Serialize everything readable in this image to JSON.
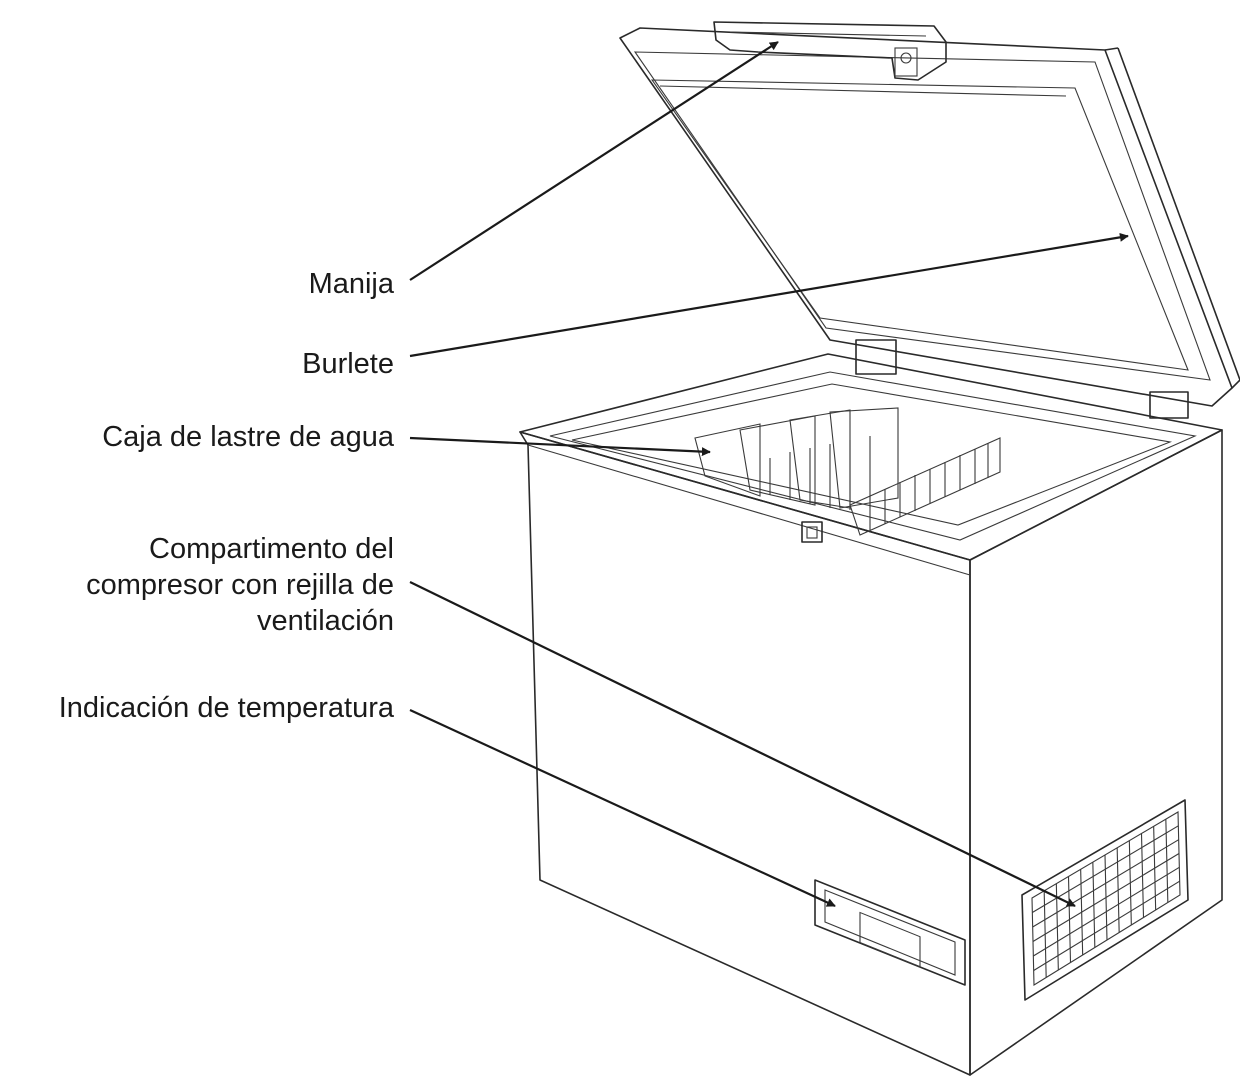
{
  "diagram": {
    "labels": {
      "handle": "Manija",
      "gasket": "Burlete",
      "water_ballast": "Caja de lastre de agua",
      "compressor_line1": "Compartimento del",
      "compressor_line2": "compresor con rejilla de",
      "compressor_line3": "ventilación",
      "temperature": "Indicación de temperatura"
    }
  }
}
